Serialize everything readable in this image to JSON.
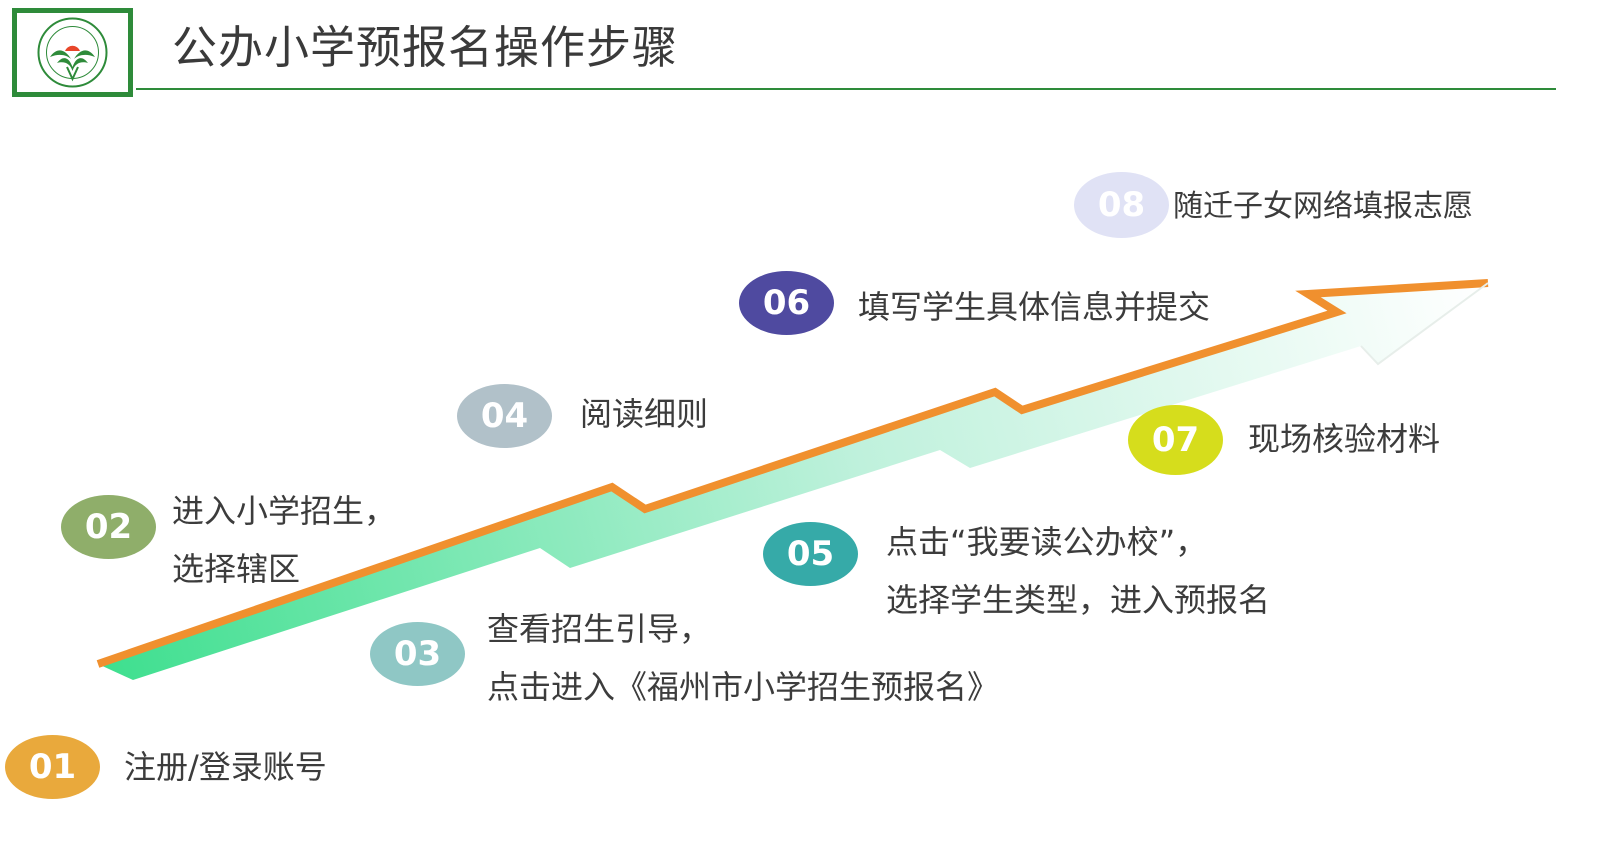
{
  "title": "公办小学预报名操作步骤",
  "logo": {
    "icon": "school-logo-icon"
  },
  "colors": {
    "brand_green": "#2e8b3a",
    "arrow_top": "#f0902e",
    "arrow_fill_start": "#3ddf8e",
    "arrow_fill_end": "#ffffff"
  },
  "steps": [
    {
      "number": "01",
      "lines": [
        "注册/登录账号"
      ],
      "color": "#e9a93c"
    },
    {
      "number": "02",
      "lines": [
        "进入小学招生，",
        "选择辖区"
      ],
      "color": "#8fae6a"
    },
    {
      "number": "03",
      "lines": [
        "查看招生引导，",
        "点击进入《福州市小学招生预报名》"
      ],
      "color": "#8fc7c5"
    },
    {
      "number": "04",
      "lines": [
        "阅读细则"
      ],
      "color": "#b1c1c9"
    },
    {
      "number": "05",
      "lines": [
        "点击“我要读公办校”，",
        "选择学生类型，进入预报名"
      ],
      "color": "#36aaa8"
    },
    {
      "number": "06",
      "lines": [
        "填写学生具体信息并提交"
      ],
      "color": "#4f4aa0"
    },
    {
      "number": "07",
      "lines": [
        "现场核验材料"
      ],
      "color": "#d6dd1c"
    },
    {
      "number": "08",
      "lines": [
        "随迁子女网络填报志愿"
      ],
      "color": "#e0e2f5"
    }
  ]
}
